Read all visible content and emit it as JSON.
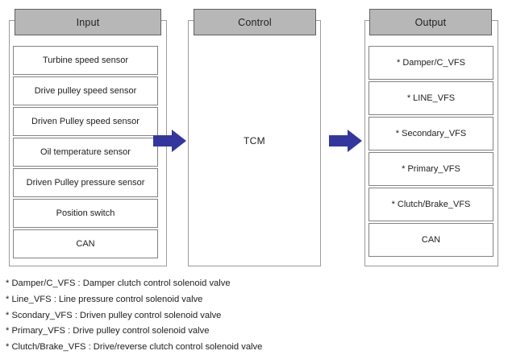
{
  "diagram": {
    "columns": [
      {
        "id": "input",
        "header": "Input",
        "items": [
          "Turbine speed sensor",
          "Drive pulley speed sensor",
          "Driven Pulley speed sensor",
          "Oil temperature sensor",
          "Driven Pulley pressure sensor",
          "Position switch",
          "CAN"
        ]
      },
      {
        "id": "control",
        "header": "Control",
        "center_label": "TCM",
        "items": []
      },
      {
        "id": "output",
        "header": "Output",
        "items": [
          "* Damper/C_VFS",
          "* LINE_VFS",
          "* Secondary_VFS",
          "* Primary_VFS",
          "* Clutch/Brake_VFS",
          "CAN"
        ]
      }
    ],
    "arrows": [
      {
        "id": "input-to-control",
        "direction": "right",
        "color": "#33379c"
      },
      {
        "id": "control-to-output",
        "direction": "right",
        "color": "#33379c"
      }
    ]
  },
  "legend": {
    "lines": [
      "* Damper/C_VFS : Damper clutch control solenoid valve",
      "* Line_VFS : Line pressure control solenoid valve",
      "* Scondary_VFS : Driven pulley control solenoid valve",
      "* Primary_VFS :  Drive pulley control solenoid valve",
      "* Clutch/Brake_VFS : Drive/reverse clutch control solenoid valve"
    ]
  },
  "colors": {
    "header_fill": "#b7b7b7",
    "header_border": "#616161",
    "frame_border": "#9b9b9b",
    "box_border": "#828282",
    "arrow": "#33379c",
    "text": "#1d1d1d",
    "background": "#ffffff"
  }
}
